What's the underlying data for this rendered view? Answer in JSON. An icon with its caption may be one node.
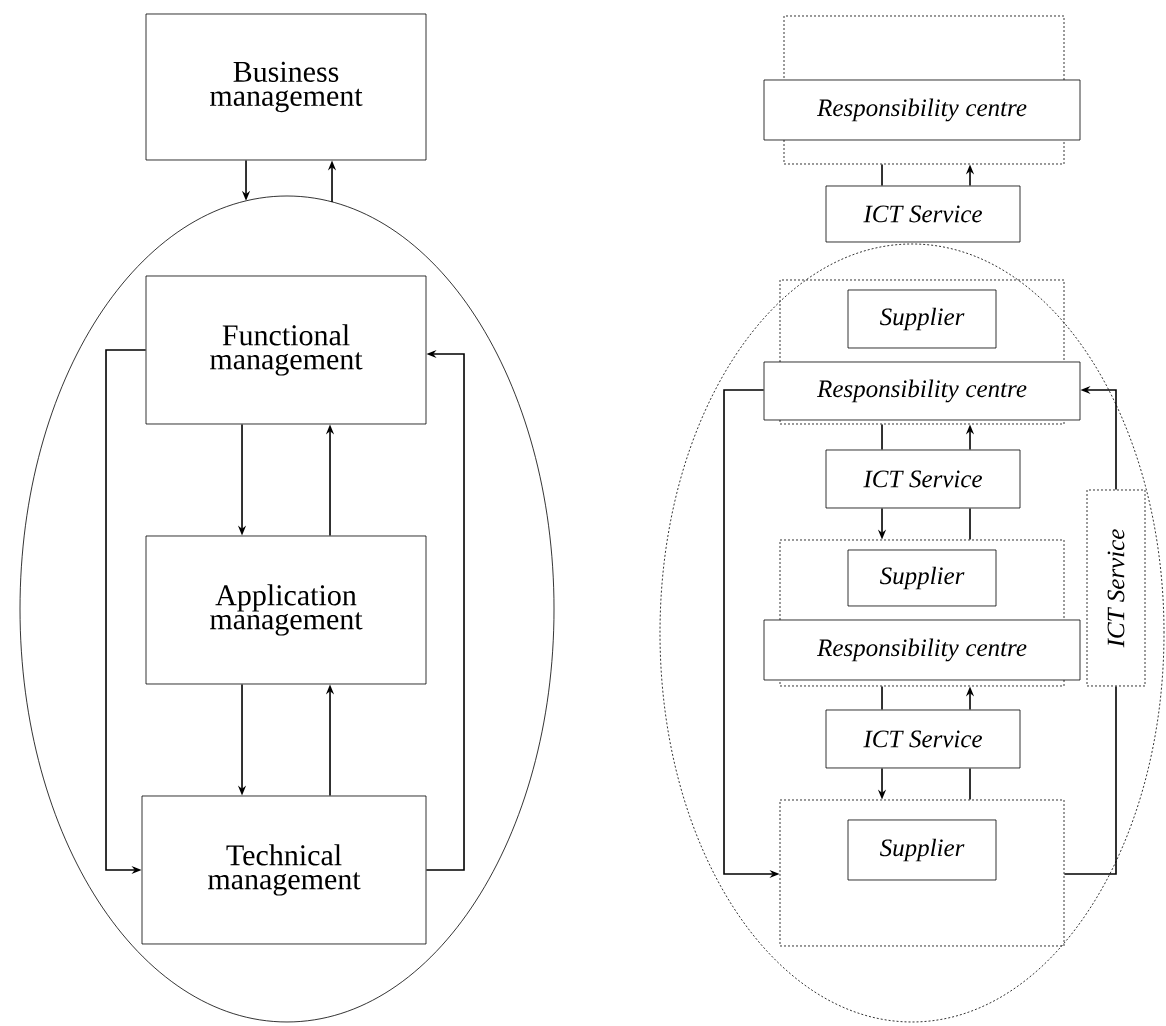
{
  "diagram": {
    "nodes": [
      {
        "text": [
          "Business management"
        ]
      },
      {
        "text": [],
        "shape": "ellipse"
      },
      {
        "text": [
          "Functional management"
        ],
        "in": 1
      },
      {
        "text": [
          "Application management"
        ],
        "in": 1
      },
      {
        "text": [
          "Technical management"
        ],
        "in": 1
      },
      {
        "text": [],
        "shape": "box"
      },
      {
        "text": [
          "Responsibility centre"
        ]
      },
      {
        "text": [
          "ICT Service"
        ]
      },
      {
        "text": [],
        "shape": "ellipse"
      },
      {
        "text": [],
        "shape": "box",
        "in": 8
      },
      {
        "text": [
          "Supplier"
        ],
        "in": 9
      },
      {
        "text": [
          "Responsibility centre"
        ],
        "in": 8
      },
      {
        "text": [
          "ICT Service"
        ],
        "in": 8
      },
      {
        "text": [],
        "shape": "box",
        "in": 8
      },
      {
        "text": [
          "Supplier"
        ],
        "in": 13
      },
      {
        "text": [
          "Responsibility centre"
        ],
        "in": 8
      },
      {
        "text": [
          "ICT Service"
        ],
        "in": 8
      },
      {
        "text": [],
        "shape": "box",
        "in": 8
      },
      {
        "text": [
          "Supplier"
        ],
        "in": 17
      },
      {
        "text": [
          "ICT Service"
        ],
        "in": 8
      }
    ],
    "edges": [
      {
        "from": 0,
        "to": 1,
        "arrow": "to"
      },
      {
        "from": 1,
        "to": 0,
        "arrow": "to"
      },
      {
        "from": 2,
        "to": 3,
        "arrow": "to"
      },
      {
        "from": 3,
        "to": 2,
        "arrow": "to"
      },
      {
        "from": 3,
        "to": 4,
        "arrow": "to"
      },
      {
        "from": 4,
        "to": 3,
        "arrow": "to"
      },
      {
        "from": 2,
        "to": 4,
        "arrow": "to"
      },
      {
        "from": 4,
        "to": 2,
        "arrow": "to"
      },
      {
        "from": 5,
        "to": 7,
        "arrow": "none"
      },
      {
        "from": 7,
        "to": 5,
        "arrow": "to"
      },
      {
        "from": 9,
        "to": 12,
        "arrow": "none"
      },
      {
        "from": 12,
        "to": 9,
        "arrow": "to"
      },
      {
        "from": 12,
        "to": 13,
        "arrow": "to"
      },
      {
        "from": 13,
        "to": 12,
        "arrow": "none"
      },
      {
        "from": 13,
        "to": 16,
        "arrow": "none"
      },
      {
        "from": 16,
        "to": 13,
        "arrow": "to"
      },
      {
        "from": 16,
        "to": 17,
        "arrow": "to"
      },
      {
        "from": 17,
        "to": 16,
        "arrow": "none"
      },
      {
        "from": 11,
        "to": 17,
        "arrow": "to"
      },
      {
        "from": 17,
        "to": 19,
        "arrow": "none"
      },
      {
        "from": 19,
        "to": 11,
        "arrow": "to"
      }
    ]
  }
}
